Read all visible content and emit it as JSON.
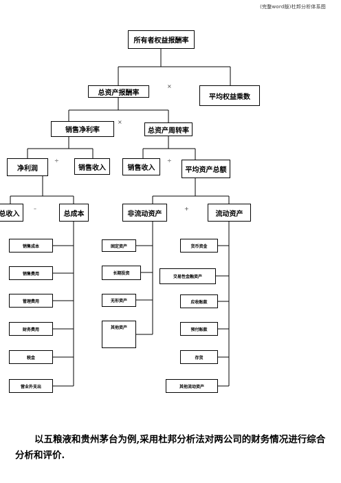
{
  "header": {
    "text": "(完整word版)杜邦分析体系图"
  },
  "diagram": {
    "roe": "所有者权益报酬率",
    "roa": "总资产报酬率",
    "equity_multiplier": "平均权益乘数",
    "net_profit_margin": "销售净利率",
    "asset_turnover": "总资产周转率",
    "net_profit": "净利润",
    "sales_revenue_1": "销售收入",
    "sales_revenue_2": "销售收入",
    "avg_total_assets": "平均资产总额",
    "total_revenue": "总收入",
    "total_cost": "总成本",
    "non_current_assets": "非流动资产",
    "current_assets": "流动资产",
    "ops": {
      "multiply_1": "×",
      "multiply_2": "×",
      "divide_1": "÷",
      "divide_2": "÷",
      "minus": "–",
      "plus": "+"
    },
    "cost_items": [
      "销售成本",
      "销售费用",
      "管理费用",
      "财务费用",
      "税金",
      "营业外支出"
    ],
    "non_current_items": [
      "固定资产",
      "长期投资",
      "无形资产",
      "其他资产"
    ],
    "current_items": [
      "货币资金",
      "交易性金融资产",
      "应收账款",
      "预付账款",
      "存货",
      "其他流动资产"
    ]
  },
  "paragraph": "以五粮液和贵州茅台为例,采用杜邦分析法对两公司的财务情况进行综合分析和评价."
}
